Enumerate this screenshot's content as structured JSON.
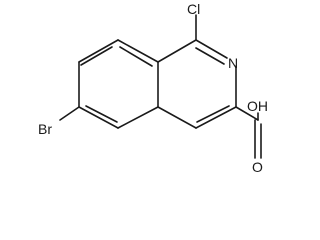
{
  "molecule": {
    "atoms": {
      "cl": "Cl",
      "n": "N",
      "br": "Br",
      "oh": "OH",
      "o": "O"
    }
  },
  "colors": {
    "bond": "#1a1a1a",
    "text": "#1a1a1a",
    "background": "#ffffff"
  }
}
